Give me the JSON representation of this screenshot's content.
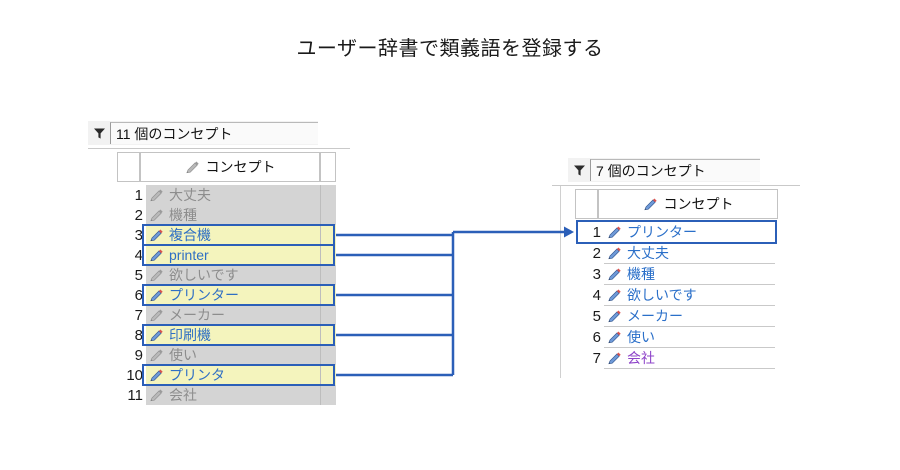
{
  "title": "ユーザー辞書で類義語を登録する",
  "left_panel": {
    "filter_icon": "filter-funnel-icon",
    "filter_count": "11 個のコンセプト",
    "column_header": "コンセプト",
    "column_header_icon": "pencil-icon",
    "rows": [
      {
        "num": "1",
        "label": "大丈夫",
        "selected": false
      },
      {
        "num": "2",
        "label": "機種",
        "selected": false
      },
      {
        "num": "3",
        "label": "複合機",
        "selected": true
      },
      {
        "num": "4",
        "label": "printer",
        "selected": true
      },
      {
        "num": "5",
        "label": "欲しいです",
        "selected": false
      },
      {
        "num": "6",
        "label": "プリンター",
        "selected": true
      },
      {
        "num": "7",
        "label": "メーカー",
        "selected": false
      },
      {
        "num": "8",
        "label": "印刷機",
        "selected": true
      },
      {
        "num": "9",
        "label": "使い",
        "selected": false
      },
      {
        "num": "10",
        "label": "プリンタ",
        "selected": true
      },
      {
        "num": "11",
        "label": "会社",
        "selected": false
      }
    ]
  },
  "right_panel": {
    "filter_icon": "filter-funnel-icon",
    "filter_count": "7 個のコンセプト",
    "column_header": "コンセプト",
    "column_header_icon": "pencil-icon",
    "rows": [
      {
        "num": "1",
        "label": "プリンター",
        "selected": true,
        "visited": false
      },
      {
        "num": "2",
        "label": "大丈夫",
        "selected": false,
        "visited": false
      },
      {
        "num": "3",
        "label": "機種",
        "selected": false,
        "visited": false
      },
      {
        "num": "4",
        "label": "欲しいです",
        "selected": false,
        "visited": false
      },
      {
        "num": "5",
        "label": "メーカー",
        "selected": false,
        "visited": false
      },
      {
        "num": "6",
        "label": "使い",
        "selected": false,
        "visited": false
      },
      {
        "num": "7",
        "label": "会社",
        "selected": false,
        "visited": true
      }
    ]
  },
  "connectors": {
    "description": "mapping-arrow",
    "source_rows": [
      "3",
      "4",
      "6",
      "8",
      "10"
    ],
    "target_row": "1",
    "color": "#2b5fb8"
  },
  "colors": {
    "accent_blue": "#2b5fb8",
    "link_blue": "#2a6fc9",
    "visited_purple": "#8e44c9",
    "highlight_yellow": "#f4f4bd",
    "dim_gray": "#d4d4d4",
    "dim_text": "#8d8d8d",
    "page_background": "#ffffff"
  }
}
